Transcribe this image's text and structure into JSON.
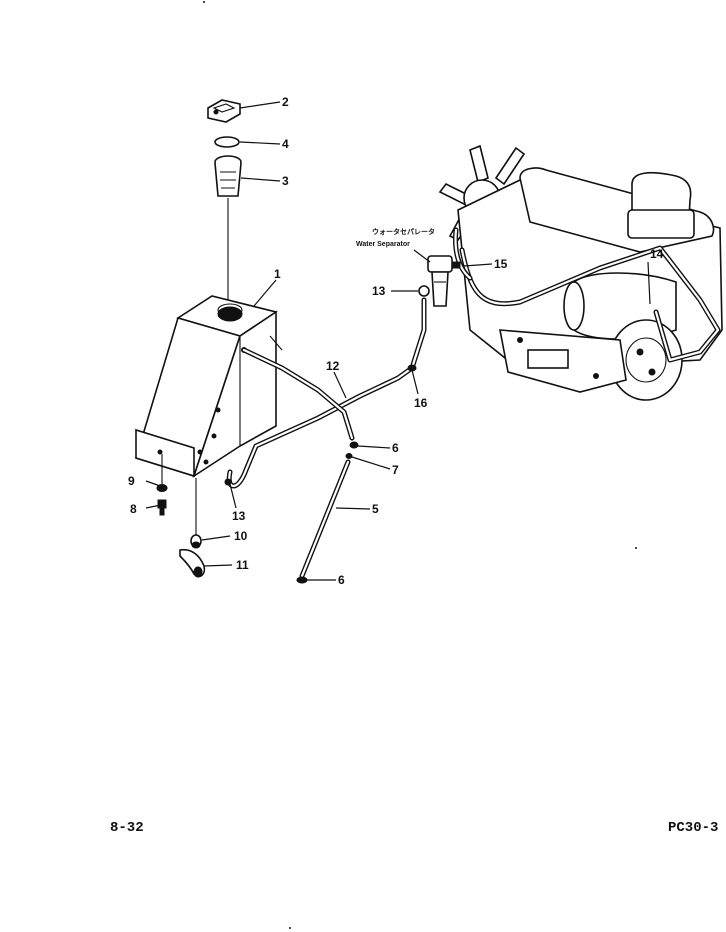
{
  "diagram": {
    "note_japanese": "ウォータセパレータ",
    "note_english": "Water Separator",
    "callouts": {
      "c1": "1",
      "c2": "2",
      "c3": "3",
      "c4": "4",
      "c5": "5",
      "c6a": "6",
      "c6b": "6",
      "c7": "7",
      "c8": "8",
      "c9": "9",
      "c10": "10",
      "c11": "11",
      "c12": "12",
      "c13a": "13",
      "c13b": "13",
      "c14": "14",
      "c15": "15",
      "c16": "16"
    }
  },
  "footer": {
    "page_number": "8-32",
    "model_code": "PC30-3"
  }
}
